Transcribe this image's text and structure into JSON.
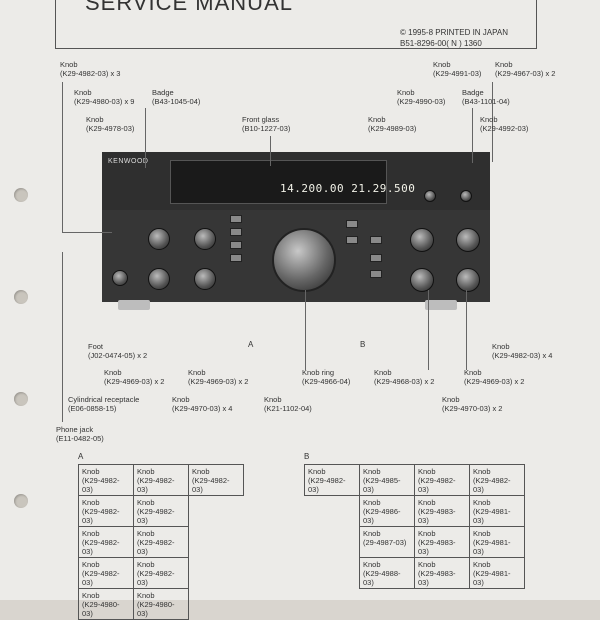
{
  "header": {
    "title": "SERVICE MANUAL",
    "print_line1": "© 1995-8 PRINTED IN JAPAN",
    "print_line2": "B51-8296-00( N ) 1360"
  },
  "radio": {
    "brand": "KENWOOD",
    "frequency": "14.200.00  21.29.500"
  },
  "callouts": {
    "c01": [
      "Knob",
      "(K29-4982-03) x 3"
    ],
    "c02": [
      "Knob",
      "(K29-4980-03) x 9"
    ],
    "c03": [
      "Badge",
      "(B43-1045-04)"
    ],
    "c04": [
      "Knob",
      "(K29-4978-03)"
    ],
    "c05": [
      "Front glass",
      "(B10-1227-03)"
    ],
    "c06": [
      "Knob",
      "(K29-4991-03)"
    ],
    "c07": [
      "Knob",
      "(K29-4967-03) x 2"
    ],
    "c08": [
      "Knob",
      "(K29-4990-03)"
    ],
    "c09": [
      "Badge",
      "(B43-1101-04)"
    ],
    "c10": [
      "Knob",
      "(K29-4989-03)"
    ],
    "c11": [
      "Knob",
      "(K29-4992-03)"
    ],
    "c12": [
      "Foot",
      "(J02-0474-05) x 2"
    ],
    "c13": [
      "Knob",
      "(K29-4969-03) x 2"
    ],
    "c14": [
      "Knob",
      "(K29-4969-03) x 2"
    ],
    "c15": [
      "Knob ring",
      "(K29-4966-04)"
    ],
    "c16": [
      "Knob",
      "(K29-4968-03) x 2"
    ],
    "c17": [
      "Knob",
      "(K29-4982-03) x 4"
    ],
    "c18": [
      "Knob",
      "(K29-4969-03) x 2"
    ],
    "c19": [
      "Cylindrical receptacle",
      "(E06-0858-15)"
    ],
    "c20": [
      "Knob",
      "(K29-4970-03) x 4"
    ],
    "c21": [
      "Knob",
      "(K21-1102-04)"
    ],
    "c22": [
      "Knob",
      "(K29-4970-03) x 2"
    ],
    "c23": [
      "Phone jack",
      "(E11-0482-05)"
    ]
  },
  "section_a": "A",
  "section_b": "B",
  "table_a": [
    [
      [
        "Knob",
        "(K29-4982-03)"
      ],
      [
        "Knob",
        "(K29-4982-03)"
      ],
      [
        "Knob",
        "(K29-4982-03)"
      ]
    ],
    [
      [
        "Knob",
        "(K29-4982-03)"
      ],
      [
        "Knob",
        "(K29-4982-03)"
      ],
      null
    ],
    [
      [
        "Knob",
        "(K29-4982-03)"
      ],
      [
        "Knob",
        "(K29-4982-03)"
      ],
      null
    ],
    [
      [
        "Knob",
        "(K29-4982-03)"
      ],
      [
        "Knob",
        "(K29-4982-03)"
      ],
      null
    ],
    [
      [
        "Knob",
        "(K29-4980-03)"
      ],
      [
        "Knob",
        "(K29-4980-03)"
      ],
      null
    ]
  ],
  "table_b": [
    [
      [
        "Knob",
        "(K29-4982-03)"
      ],
      [
        "Knob",
        "(K29-4985-03)"
      ],
      [
        "Knob",
        "(K29-4982-03)"
      ],
      [
        "Knob",
        "(K29-4982-03)"
      ]
    ],
    [
      null,
      [
        "Knob",
        "(K29-4986-03)"
      ],
      [
        "Knob",
        "(K29-4983-03)"
      ],
      [
        "Knob",
        "(K29-4981-03)"
      ]
    ],
    [
      null,
      [
        "Knob",
        "(29-4987-03)"
      ],
      [
        "Knob",
        "(K29-4983-03)"
      ],
      [
        "Knob",
        "(K29-4981-03)"
      ]
    ],
    [
      null,
      [
        "Knob",
        "(K29-4988-03)"
      ],
      [
        "Knob",
        "(K29-4983-03)"
      ],
      [
        "Knob",
        "(K29-4981-03)"
      ]
    ]
  ]
}
